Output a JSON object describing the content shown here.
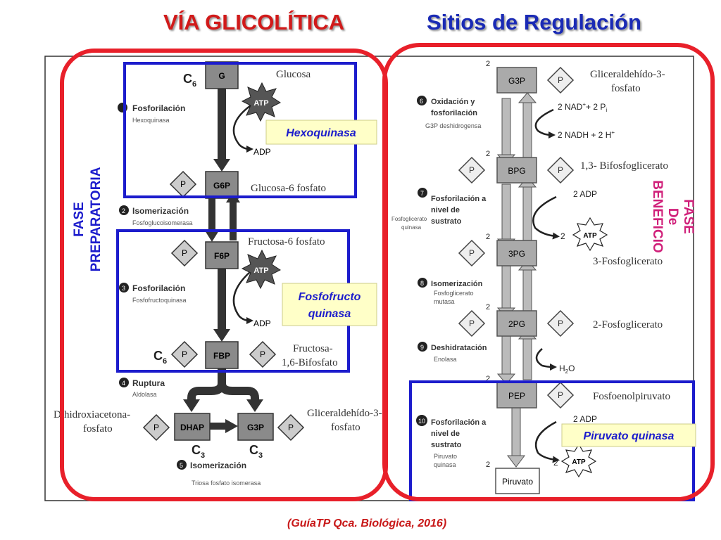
{
  "titles": {
    "left": "VÍA GLICOLÍTICA",
    "right": "Sitios de Regulación"
  },
  "citation": "(GuíaTP Qca. Biológica, 2016)",
  "phases": {
    "prep_line1": "FASE",
    "prep_line2": "PREPARATORIA",
    "benefit_line1": "FASE",
    "benefit_line2": "De",
    "benefit_line3": "BENEFICIO"
  },
  "regulation_labels": {
    "hexoquinasa": "Hexoquinasa",
    "fosfofructo_line1": "Fosfofructo",
    "fosfofructo_line2": "quinasa",
    "piruvato_quinasa": "Piruvato quinasa"
  },
  "metabolites": {
    "g": "G",
    "g6p": "G6P",
    "f6p": "F6P",
    "fbp": "FBP",
    "dhap": "DHAP",
    "g3p_left": "G3P",
    "g3p": "G3P",
    "bpg": "BPG",
    "pg3": "3PG",
    "pg2": "2PG",
    "pep": "PEP",
    "piruvato": "Piruvato"
  },
  "names": {
    "glucosa": "Glucosa",
    "g6p": "Glucosa-6 fosfato",
    "f6p": "Fructosa-6 fosfato",
    "fbp_line1": "Fructosa-",
    "fbp_line2": "1,6-Bifosfato",
    "dhap_line1": "Dihidroxiacetona-",
    "dhap_line2": "fosfato",
    "g3p_left_line1": "Gliceraldehído-3-",
    "g3p_left_line2": "fosfato",
    "g3p_line1": "Gliceraldehído-3-",
    "g3p_line2": "fosfato",
    "bpg": "1,3- Bifosfoglicerato",
    "pg3": "3-Fosfoglicerato",
    "pg2": "2-Fosfoglicerato",
    "pep": "Fosfoenolpiruvato"
  },
  "carbons": {
    "c6": "C",
    "c6_sub": "6",
    "c3": "C",
    "c3_sub": "3"
  },
  "steps": [
    {
      "num": "1",
      "title": "Fosforilación",
      "enzyme": "Hexoquinasa"
    },
    {
      "num": "2",
      "title": "Isomerización",
      "enzyme": "Fosfoglucoisomerasa"
    },
    {
      "num": "3",
      "title": "Fosforilación",
      "enzyme": "Fosfofructoquinasa"
    },
    {
      "num": "4",
      "title": "Ruptura",
      "enzyme": "Aldolasa"
    },
    {
      "num": "5",
      "title": "Isomerización",
      "enzyme": "Triosa fosfato isomerasa"
    },
    {
      "num": "6",
      "title": "Oxidación y",
      "title2": "fosforilación",
      "enzyme": "G3P deshidrogensa"
    },
    {
      "num": "7",
      "title": "Fosforilación a",
      "title2": "nivel de",
      "title3": "sustrato",
      "enzyme": "Fosfoglicerato",
      "enzyme2": "quinasa"
    },
    {
      "num": "8",
      "title": "Isomerización",
      "enzyme": "Fosfoglicerato",
      "enzyme2": "mutasa"
    },
    {
      "num": "9",
      "title": "Deshidratación",
      "enzyme": "Enolasa"
    },
    {
      "num": "10",
      "title": "Fosforilación a",
      "title2": "nivel de",
      "title3": "sustrato",
      "enzyme": "Piruvato",
      "enzyme2": "quinasa"
    }
  ],
  "cofactors": {
    "atp": "ATP",
    "adp": "ADP",
    "p": "P",
    "nad": "2 NAD",
    "nad_sup": "+",
    "plus_p": "+ 2 P",
    "p_sub": "i",
    "nadh": "2 NADH + 2 H",
    "nadh_sup": "+",
    "adp2": "2 ADP",
    "atp2_prefix": "2",
    "h2o": "H",
    "h2o_sub": "2",
    "h2o_end": "O",
    "two": "2"
  },
  "colors": {
    "red": "#e8202a",
    "blue": "#1c1ccc",
    "magenta": "#d0207a",
    "gray_box": "#8a8a8a"
  }
}
